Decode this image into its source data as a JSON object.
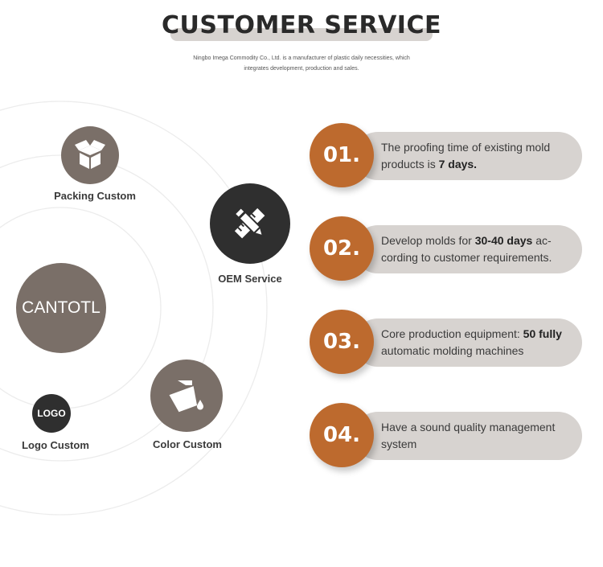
{
  "header": {
    "title": "CUSTOMER SERVICE",
    "subtitle_line1": "Ningbo Imega Commodity Co., Ltd. is a manufacturer of plastic daily necessities, which",
    "subtitle_line2": "integrates development, production and sales."
  },
  "services": {
    "center": "CANTOTL",
    "packing": "Packing Custom",
    "oem": "OEM Service",
    "logo_badge": "LOGO",
    "logo": "Logo Custom",
    "color": "Color Custom"
  },
  "steps": [
    {
      "number": "01.",
      "parts": [
        {
          "text": "The proofing time of existing mold products is ",
          "bold": false
        },
        {
          "text": "7 days.",
          "bold": true
        }
      ]
    },
    {
      "number": "02.",
      "parts": [
        {
          "text": "Develop molds for ",
          "bold": false
        },
        {
          "text": "30-40 days",
          "bold": true
        },
        {
          "text": " ac-cording to customer requirements.",
          "bold": false
        }
      ]
    },
    {
      "number": "03.",
      "parts": [
        {
          "text": "Core production equipment: ",
          "bold": false
        },
        {
          "text": "50 fully",
          "bold": true
        },
        {
          "text": " automatic molding machines",
          "bold": false
        }
      ]
    },
    {
      "number": "04.",
      "parts": [
        {
          "text": "Have a sound quality management system",
          "bold": false
        }
      ]
    }
  ],
  "colors": {
    "accent": "#bd6a2e",
    "pill": "#d7d3d0",
    "brown": "#7a6f68",
    "dark": "#2f2f2f"
  },
  "icons": [
    "box-icon",
    "pencil-ruler-icon",
    "paint-bucket-icon"
  ]
}
